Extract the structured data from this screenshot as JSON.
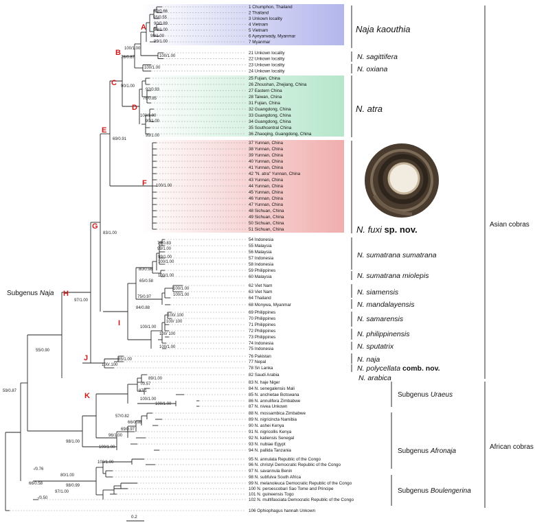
{
  "figure": {
    "scale_label": "0.2",
    "side_labels": {
      "asian": "Asian cobras",
      "african": "African cobras",
      "subgenus_naja_prefix": "Subgenus ",
      "subgenus_naja_name": "Naja"
    },
    "groups": [
      {
        "id": "kaouthia",
        "name": "Naja kaouthia",
        "suffix": "",
        "color": "#c7c9f0"
      },
      {
        "id": "sagittifera",
        "name": "N. sagittifera",
        "suffix": "",
        "color": ""
      },
      {
        "id": "oxiana",
        "name": "N. oxiana",
        "suffix": "",
        "color": ""
      },
      {
        "id": "atra",
        "name": "N. atra",
        "suffix": "",
        "color": "#c2ecd6"
      },
      {
        "id": "fuxi",
        "name": "N. fuxi",
        "suffix": " sp. nov.",
        "color": "#f3c0c0"
      },
      {
        "id": "sumatrana",
        "name": "N. sumatrana sumatrana",
        "suffix": "",
        "color": ""
      },
      {
        "id": "miolepis",
        "name": "N. sumatrana miolepis",
        "suffix": "",
        "color": ""
      },
      {
        "id": "siamensis",
        "name": "N. siamensis",
        "suffix": "",
        "color": ""
      },
      {
        "id": "mandalayensis",
        "name": "N. mandalayensis",
        "suffix": "",
        "color": ""
      },
      {
        "id": "samarensis",
        "name": "N. samarensis",
        "suffix": "",
        "color": ""
      },
      {
        "id": "philippinensis",
        "name": "N. philippinensis",
        "suffix": "",
        "color": ""
      },
      {
        "id": "sputatrix",
        "name": "N. sputatrix",
        "suffix": "",
        "color": ""
      },
      {
        "id": "naja",
        "name": "N. naja",
        "suffix": "",
        "color": ""
      },
      {
        "id": "polycellata",
        "name": "N. polycellata",
        "suffix": " comb. nov.",
        "color": ""
      },
      {
        "id": "arabica",
        "name": "N. arabica",
        "suffix": "",
        "color": ""
      }
    ],
    "subgenera": [
      {
        "id": "uraeus",
        "prefix": "Subgenus ",
        "name": "Uraeus"
      },
      {
        "id": "afronaja",
        "prefix": "Subgenus ",
        "name": "Afronaja"
      },
      {
        "id": "boulengerina",
        "prefix": "Subgenus ",
        "name": "Boulengerina"
      }
    ],
    "node_letters": [
      "A",
      "B",
      "C",
      "D",
      "E",
      "F",
      "G",
      "H",
      "I",
      "J",
      "K"
    ],
    "support_values": [
      "69/0.66",
      "55/0.55",
      "90/0.89",
      "98/1.00",
      "98/1.00",
      "99/1.00",
      "100/1.00",
      "78/0.87",
      "100/1.00",
      "100/1.00",
      "90/1.00",
      "92/0.93",
      "76/0.85",
      "100/1.00",
      "90/1.00",
      "99/1.00",
      "69/0.91",
      "100/1.00",
      "83/1.00",
      "79/0.83",
      "99/1.00",
      "99/1.00",
      "100/1.00",
      "80/0.98",
      "100/1.00",
      "65/0.58",
      "100/1.00",
      "75/0.97",
      "100/1.00",
      "84/0.88",
      "100/.100",
      "100/ 100",
      "100/1.00",
      "100/ 100",
      "100/1.00",
      "97/1.00",
      "85/1.00",
      "100/.100",
      "55/0.90",
      "89/1.00",
      "-/0.57",
      "97/1",
      "100/1.00",
      "100/1.00",
      "59/0.87",
      "57/0.82",
      "66/0.98",
      "69/0.97",
      "96/1.00",
      "98/1.00",
      "100/1.00",
      "100/1.00",
      "-/0.76",
      "80/1.00",
      "66/0.58",
      "98/0.99",
      "97/1.00",
      "-/0.50"
    ],
    "taxa": [
      {
        "num": "1",
        "label": "Chumphon, Thailand"
      },
      {
        "num": "2",
        "label": "Thailand"
      },
      {
        "num": "3",
        "label": "Unkown locality"
      },
      {
        "num": "4",
        "label": "Vietnam"
      },
      {
        "num": "5",
        "label": "Vietnam"
      },
      {
        "num": "6",
        "label": "Ayeyarwady, Myanmar"
      },
      {
        "num": "7",
        "label": "Myanmar"
      },
      {
        "num": "21",
        "label": "Unkown locality"
      },
      {
        "num": "22",
        "label": "Unkown locality"
      },
      {
        "num": "23",
        "label": "Unkown locality"
      },
      {
        "num": "24",
        "label": "Unkown locality"
      },
      {
        "num": "25",
        "label": "Fujian, China"
      },
      {
        "num": "26",
        "label": "Zhoushan, Zhejiang, China"
      },
      {
        "num": "27",
        "label": "Eastern China"
      },
      {
        "num": "28",
        "label": "Taiwan, China"
      },
      {
        "num": "31",
        "label": "Fujian, China"
      },
      {
        "num": "32",
        "label": "Guangdong, China"
      },
      {
        "num": "33",
        "label": "Guangdong, China"
      },
      {
        "num": "34",
        "label": "Guangdong, China"
      },
      {
        "num": "35",
        "label": "Southcentral China"
      },
      {
        "num": "36",
        "label": "Zhaoqing, Guangdong, China"
      },
      {
        "num": "37",
        "label": "Yunnan, China"
      },
      {
        "num": "38",
        "label": "Yunnan, China"
      },
      {
        "num": "39",
        "label": "Yunnan, China"
      },
      {
        "num": "40",
        "label": "Yunnan, China"
      },
      {
        "num": "41",
        "label": "Yunnan, China"
      },
      {
        "num": "42",
        "label": "\"N. atra\" Yunnan, China"
      },
      {
        "num": "43",
        "label": "Yunnan, China"
      },
      {
        "num": "44",
        "label": "Yunnan, China"
      },
      {
        "num": "45",
        "label": "Yunnan, China"
      },
      {
        "num": "46",
        "label": "Yunnan, China"
      },
      {
        "num": "47",
        "label": "Yunnan, China"
      },
      {
        "num": "48",
        "label": "Sichuan, China"
      },
      {
        "num": "49",
        "label": "Sichuan, China"
      },
      {
        "num": "50",
        "label": "Sichuan, China"
      },
      {
        "num": "51",
        "label": "Sichuan, China"
      },
      {
        "num": "54",
        "label": "Indonesia"
      },
      {
        "num": "55",
        "label": "Malaysia"
      },
      {
        "num": "56",
        "label": "Malaysia"
      },
      {
        "num": "57",
        "label": "Indonesia"
      },
      {
        "num": "58",
        "label": "Indonesia"
      },
      {
        "num": "59",
        "label": "Philippines"
      },
      {
        "num": "60",
        "label": "Malaysia"
      },
      {
        "num": "62",
        "label": "Viet Nam"
      },
      {
        "num": "63",
        "label": "Viet Nam"
      },
      {
        "num": "64",
        "label": "Thailand"
      },
      {
        "num": "68",
        "label": "Monywa, Myanmar"
      },
      {
        "num": "69",
        "label": "Philippines"
      },
      {
        "num": "70",
        "label": "Philippines"
      },
      {
        "num": "71",
        "label": "Philippines"
      },
      {
        "num": "72",
        "label": "Philippines"
      },
      {
        "num": "73",
        "label": "Philippines"
      },
      {
        "num": "74",
        "label": "Indonesia"
      },
      {
        "num": "75",
        "label": "Indonesia"
      },
      {
        "num": "76",
        "label": "Pakistan"
      },
      {
        "num": "77",
        "label": "Nepal"
      },
      {
        "num": "78",
        "label": "Sri Lanka"
      },
      {
        "num": "82",
        "label": "Saudi Arabia"
      },
      {
        "num": "83",
        "label": "N. haje Niger"
      },
      {
        "num": "84",
        "label": "N. senegalensis Mali"
      },
      {
        "num": "85",
        "label": "N. anchietae Botswana"
      },
      {
        "num": "86",
        "label": "N. annulifera Zimbabwe"
      },
      {
        "num": "87",
        "label": "N. nivea  Unkown"
      },
      {
        "num": "88",
        "label": "N. mossambica  Zimbabwe"
      },
      {
        "num": "89",
        "label": "N. nigricincta Namibia"
      },
      {
        "num": "90",
        "label": "N. ashei  Kenya"
      },
      {
        "num": "91",
        "label": "N. nigricollis Kenya"
      },
      {
        "num": "92",
        "label": "N. katiensis Senegal"
      },
      {
        "num": "93",
        "label": "N. nubiae  Egypt"
      },
      {
        "num": "94",
        "label": "N. pallida Tanzania"
      },
      {
        "num": "95",
        "label": "N. annulata  Republic of the Congo"
      },
      {
        "num": "96",
        "label": "N. christyi Democratic Republic of the Congo"
      },
      {
        "num": "97",
        "label": "N. savannula Benin"
      },
      {
        "num": "98",
        "label": "N. subfulva South Africa"
      },
      {
        "num": "99",
        "label": "N. melanoleuca Democratic Republic of the Congo"
      },
      {
        "num": "100",
        "label": "N. peroescobari  Sao Tome and Principe"
      },
      {
        "num": "101",
        "label": "N. guineensis Togo"
      },
      {
        "num": "102",
        "label": "N. multifasciata Democratic Republic of the Congo"
      },
      {
        "num": "106",
        "label": "Ophiophagus hannah Unkown"
      }
    ]
  }
}
